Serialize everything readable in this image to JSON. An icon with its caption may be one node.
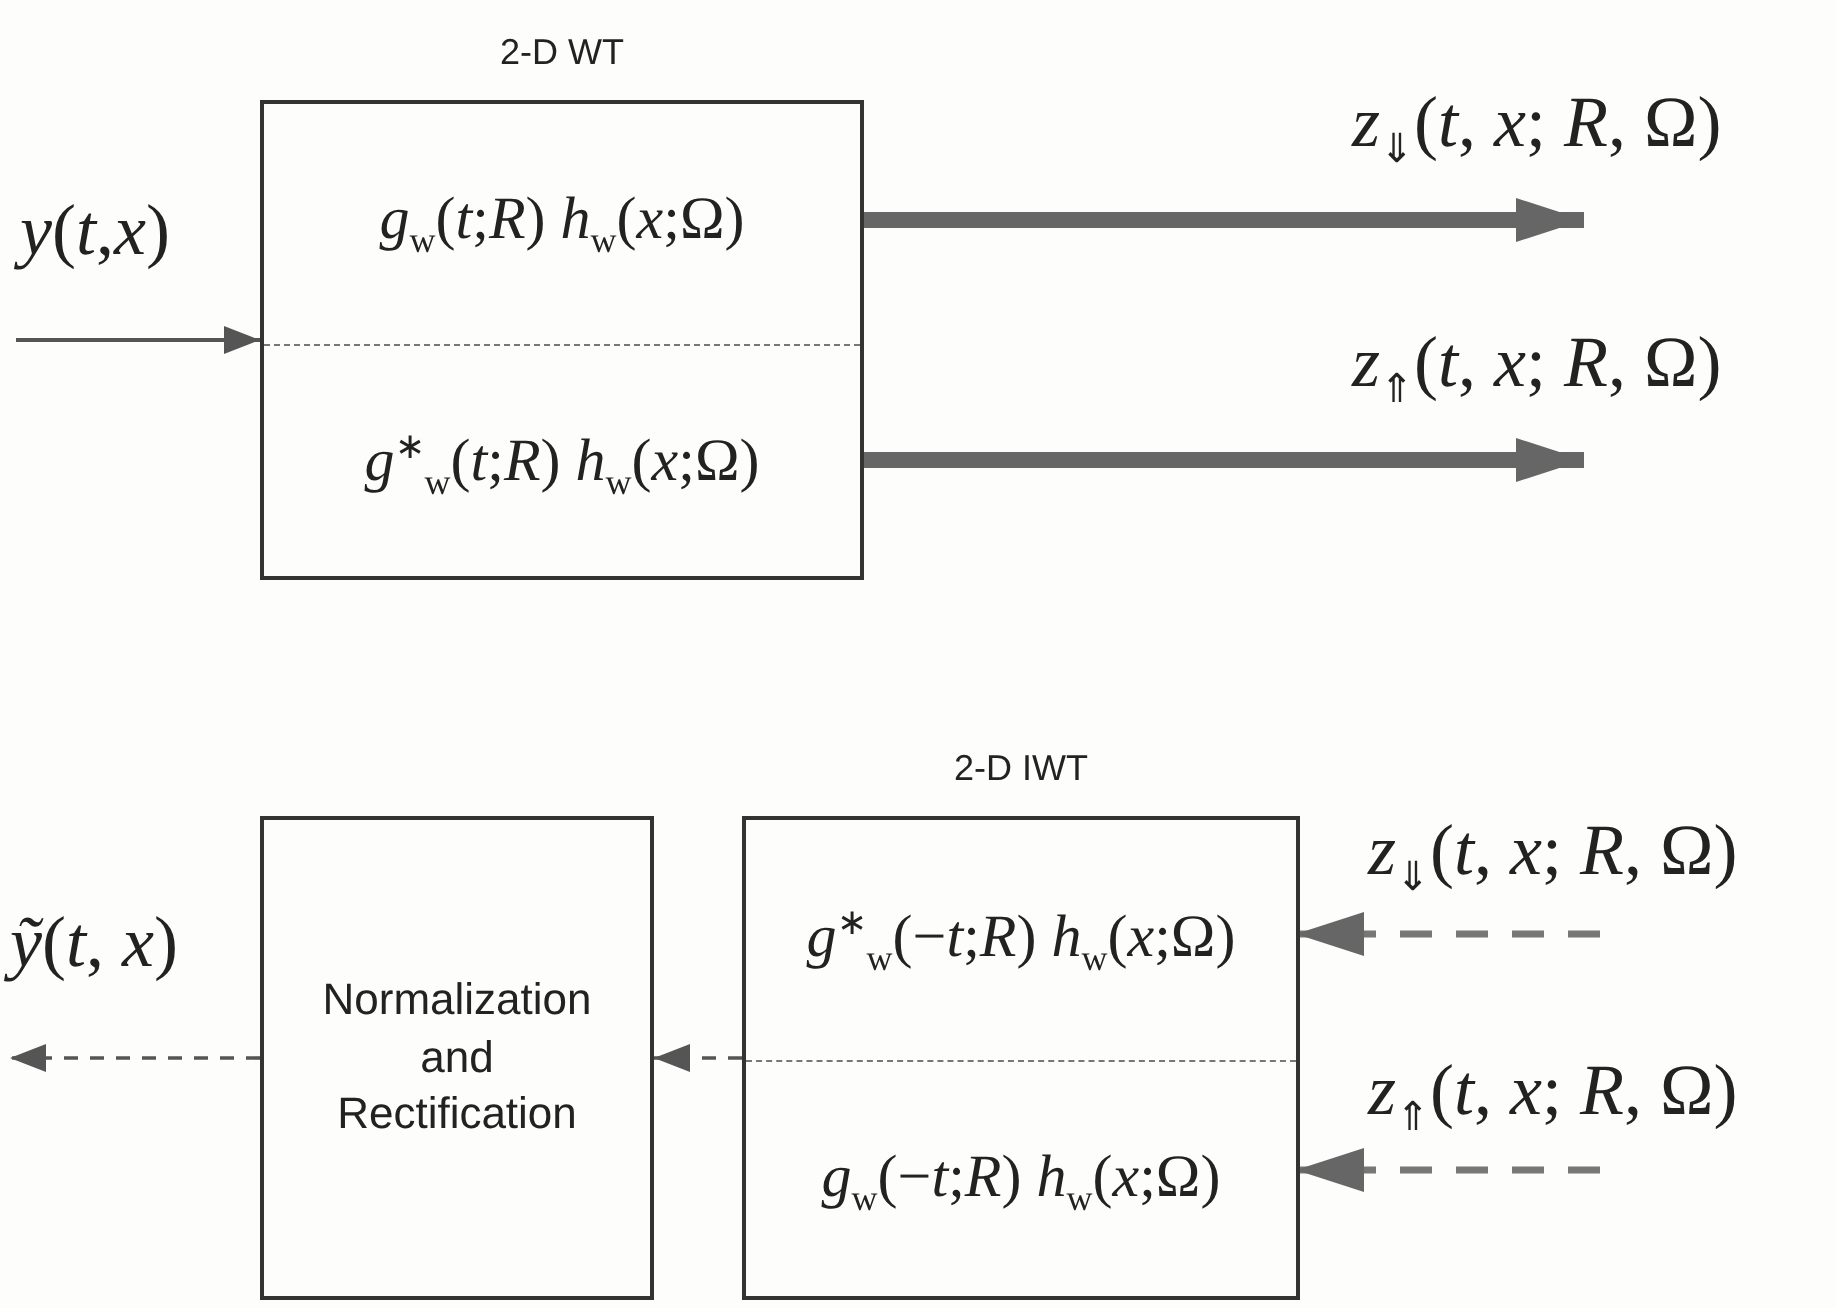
{
  "diagram": {
    "nodes": [
      {
        "text": [
          "2-D WT"
        ]
      },
      {
        "text": [
          "*g*$_{w}$(*t*;*R*) *h*$_{w}$(*x*;Ω)"
        ],
        "in": 0
      },
      {
        "text": [
          "*g*$^{∗}$$_{w}$(*t*;*R*) *h*$_{w}$(*x*;Ω)"
        ],
        "in": 0
      },
      {
        "text": [
          "Normalization and Rectification"
        ]
      },
      {
        "text": [
          "2-D IWT"
        ]
      },
      {
        "text": [
          "*g*$^{∗}$$_{w}$(−*t*;*R*) *h*$_{w}$(*x*;Ω)"
        ],
        "in": 4
      },
      {
        "text": [
          "*g*$_{w}$(−*t*;*R*) *h*$_{w}$(*x*;Ω)"
        ],
        "in": 4
      }
    ],
    "edges": [
      {
        "from": null,
        "to": 0,
        "arrow": "to",
        "label": "*y*(*t*,*x*)"
      },
      {
        "from": 1,
        "to": null,
        "arrow": "to",
        "label": "*z*$_{⇓}$(*t*, *x*; *R*, Ω)",
        "style": "thick"
      },
      {
        "from": 2,
        "to": null,
        "arrow": "to",
        "label": "*z*$_{⇑}$(*t*, *x*; *R*, Ω)",
        "style": "thick"
      },
      {
        "from": null,
        "to": 5,
        "arrow": "to",
        "label": "*z*$_{⇓}$(*t*, *x*; *R*, Ω)",
        "style": "dashed"
      },
      {
        "from": null,
        "to": 6,
        "arrow": "to",
        "label": "*z*$_{⇑}$(*t*, *x*; *R*, Ω)",
        "style": "dashed"
      },
      {
        "from": 4,
        "to": 3,
        "arrow": "to",
        "style": "dashed"
      },
      {
        "from": 3,
        "to": null,
        "arrow": "to",
        "label": "*ỹ*(*t*, *x*)",
        "style": "dashed"
      }
    ]
  }
}
